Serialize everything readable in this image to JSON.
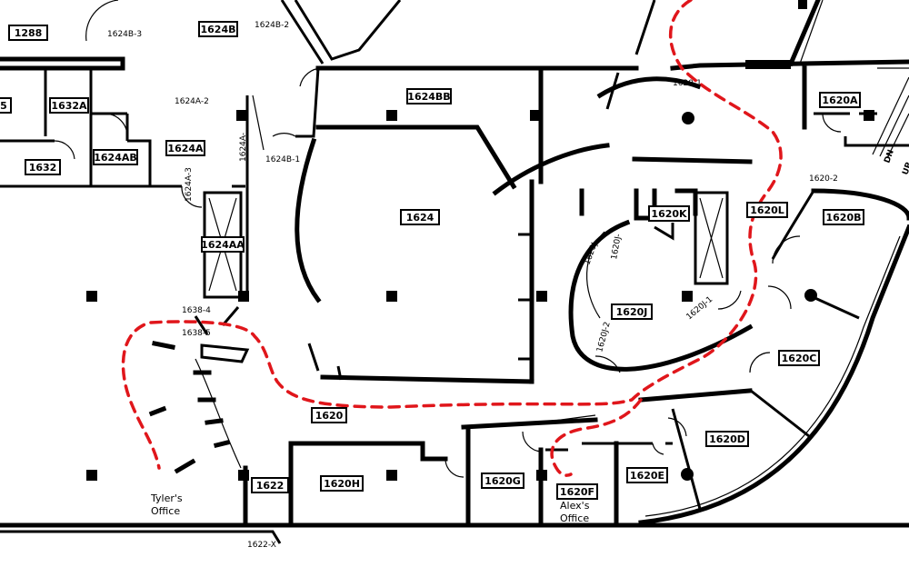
{
  "rooms": {
    "r1288": "1288",
    "r1624B": "1624B",
    "r1624BB": "1624BB",
    "r1632A": "1632A",
    "r1624AB": "1624AB",
    "r1624A": "1624A",
    "r1632": "1632",
    "r1624AA": "1624AA",
    "r1624": "1624",
    "r1620K": "1620K",
    "r1620L": "1620L",
    "r1620A": "1620A",
    "r1620B": "1620B",
    "r1620J": "1620J",
    "r1620C": "1620C",
    "r1620": "1620",
    "r1620D": "1620D",
    "r1620H": "1620H",
    "r1620G": "1620G",
    "r1620F": "1620F",
    "r1620E": "1620E",
    "r1622": "1622",
    "r5": "5"
  },
  "doors": {
    "d1624B3": "1624B-3",
    "d1624B2": "1624B-2",
    "d1624A2": "1624A-2",
    "d1624A1": "1624A-",
    "d1624A3": "1624A-3",
    "d1624B1": "1624B-1",
    "d16204": "1638-4",
    "d16385": "1638-5",
    "d1620J3": "1620J-",
    "d1620J4": "1620J-",
    "d1620J2": "1620J-2",
    "d1620J1": "1620J-1",
    "d16201": "1620-1",
    "d16202": "1620-2",
    "d1622X": "1622-X"
  },
  "notes": {
    "tyler_line1": "Tyler's",
    "tyler_line2": "Office",
    "alex_line1": "Alex's",
    "alex_line2": "Office",
    "stairs_dn": "DN",
    "stairs_up": "UP"
  },
  "colors": {
    "walls": "#000000",
    "route": "#e0161b",
    "background": "#ffffff"
  }
}
